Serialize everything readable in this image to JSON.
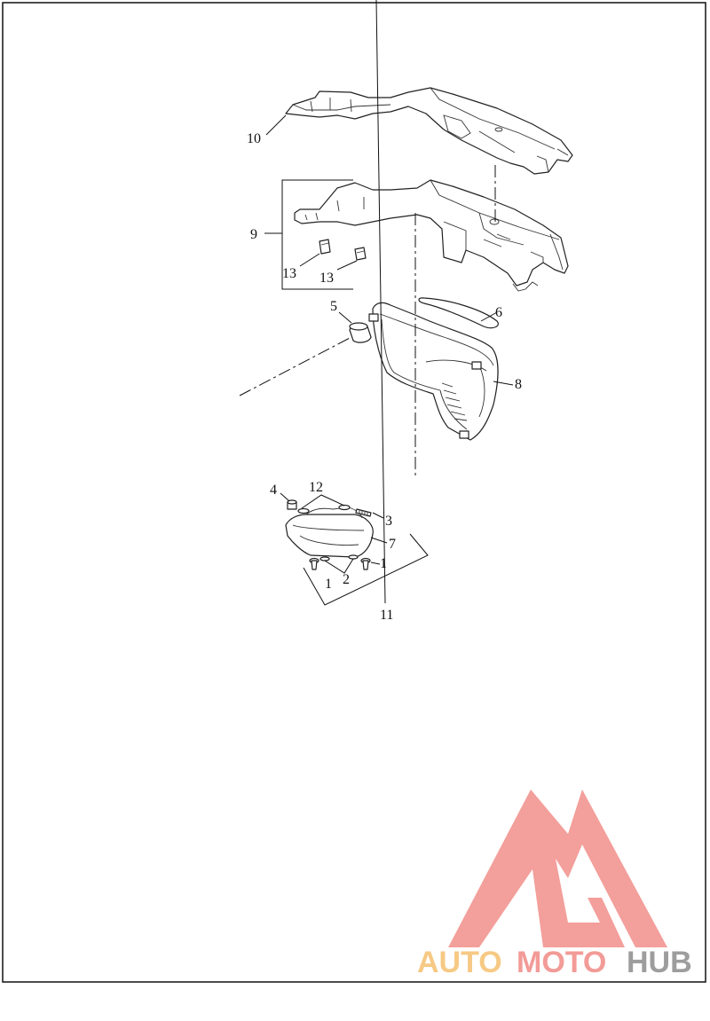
{
  "callouts": {
    "c1a": "1",
    "c1b": "1",
    "c2": "2",
    "c3": "3",
    "c4": "4",
    "c5": "5",
    "c6": "6",
    "c7": "7",
    "c8": "8",
    "c9": "9",
    "c10": "10",
    "c11": "11",
    "c12": "12",
    "c13a": "13",
    "c13b": "13"
  },
  "watermark": {
    "word_auto": "AUTO",
    "word_moto": "MOTO",
    "word_hub": "HUB",
    "colors": {
      "auto": "#f5c06f",
      "moto": "#f08a86",
      "hub": "#8d8d8d",
      "logo": "#f28f8a"
    }
  }
}
